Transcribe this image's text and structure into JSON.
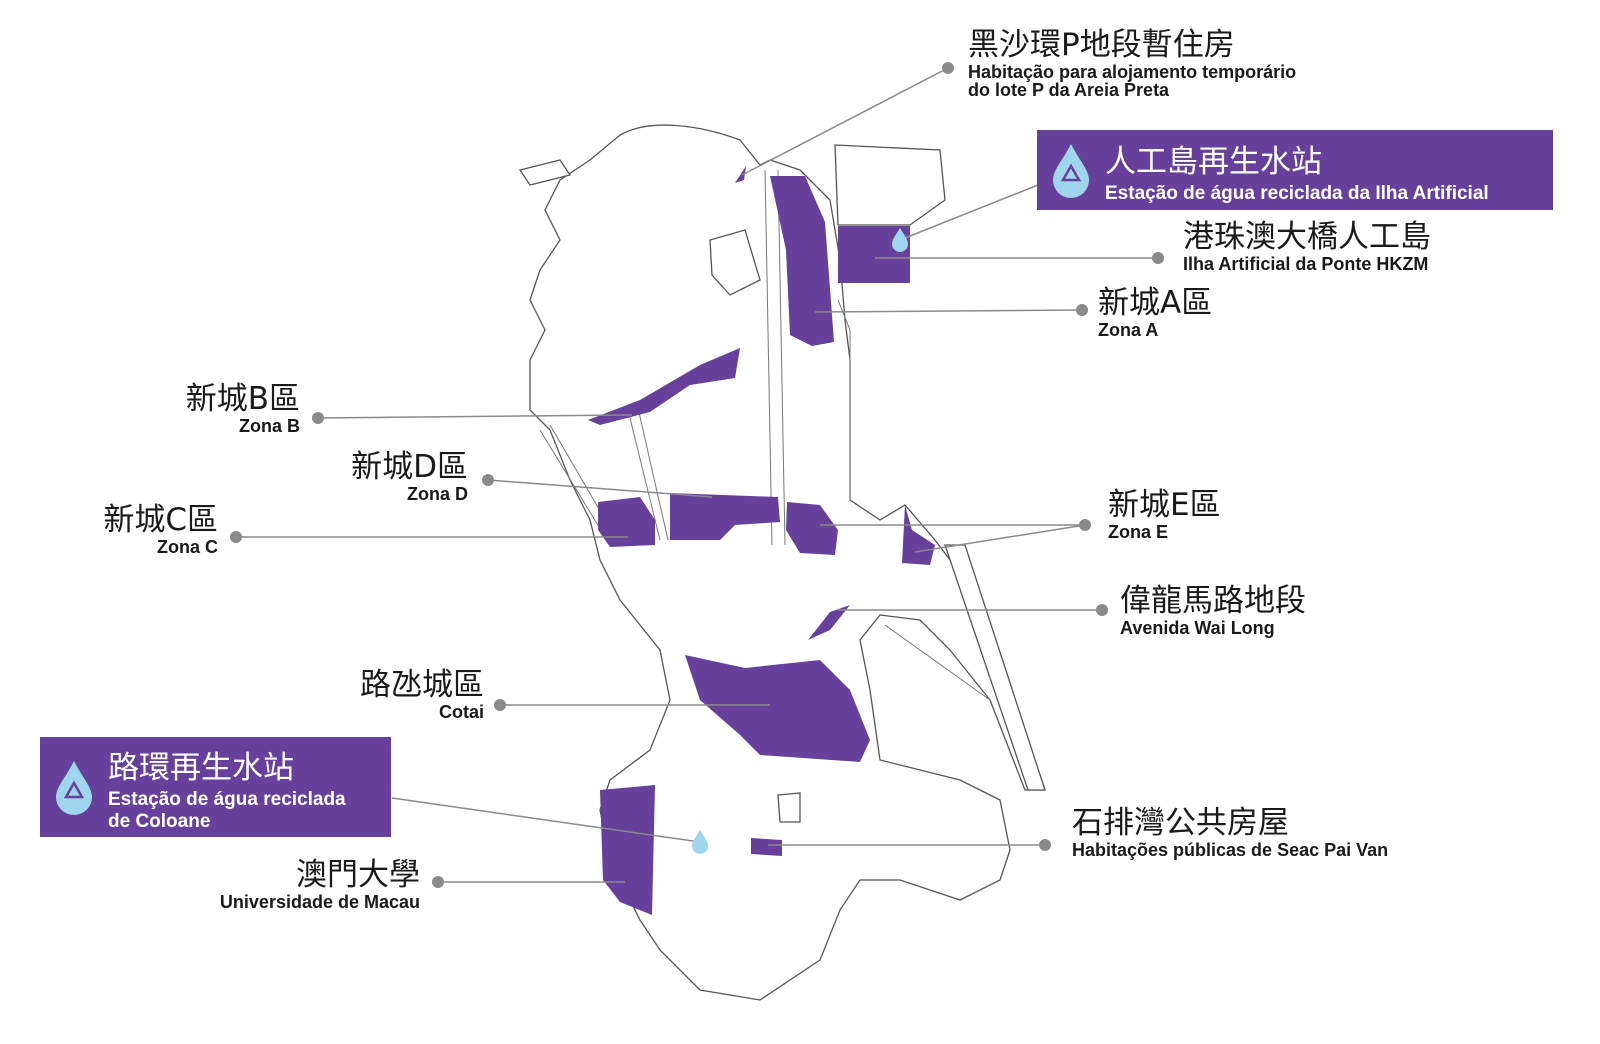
{
  "colors": {
    "zone": "#66409a",
    "outline": "#555555",
    "leader": "#8a8a8a",
    "drop": "#9fd6ee"
  },
  "labels": {
    "areia_preta": {
      "zh": "黑沙環P地段暫住房",
      "pt1": "Habitação para alojamento temporário",
      "pt2": "do lote P da Areia Preta"
    },
    "ilha_station": {
      "zh": "人工島再生水站",
      "pt": "Estação de água reciclada da Ilha Artificial",
      "icon": "recycled-water-drop-icon"
    },
    "hkzm": {
      "zh": "港珠澳大橋人工島",
      "pt": "Ilha Artificial da Ponte HKZM"
    },
    "zona_a": {
      "zh": "新城A區",
      "pt": "Zona A"
    },
    "zona_b": {
      "zh": "新城B區",
      "pt": "Zona B"
    },
    "zona_d": {
      "zh": "新城D區",
      "pt": "Zona D"
    },
    "zona_c": {
      "zh": "新城C區",
      "pt": "Zona C"
    },
    "zona_e": {
      "zh": "新城E區",
      "pt": "Zona E"
    },
    "wai_long": {
      "zh": "偉龍馬路地段",
      "pt": "Avenida Wai Long"
    },
    "cotai": {
      "zh": "路氹城區",
      "pt": "Cotai"
    },
    "coloane_station": {
      "zh": "路環再生水站",
      "pt1": "Estação de água reciclada",
      "pt2": "de Coloane",
      "icon": "recycled-water-drop-icon"
    },
    "um": {
      "zh": "澳門大學",
      "pt": "Universidade de Macau"
    },
    "seac_pai_van": {
      "zh": "石排灣公共房屋",
      "pt": "Habitações públicas de Seac Pai Van"
    }
  }
}
